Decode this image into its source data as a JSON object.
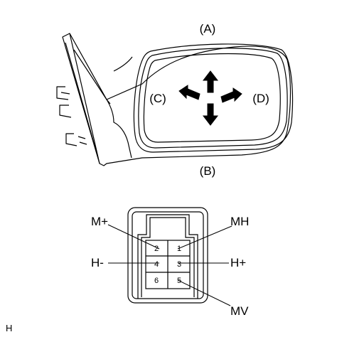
{
  "mirror": {
    "labels": {
      "a": "(A)",
      "b": "(B)",
      "c": "(C)",
      "d": "(D)"
    }
  },
  "connector": {
    "pins": [
      {
        "num": "2",
        "signal": "M+"
      },
      {
        "num": "1",
        "signal": "MH"
      },
      {
        "num": "4",
        "signal": "H-"
      },
      {
        "num": "3",
        "signal": "H+"
      },
      {
        "num": "6",
        "signal": ""
      },
      {
        "num": "5",
        "signal": "MV"
      }
    ],
    "labels": {
      "m_plus": "M+",
      "mh": "MH",
      "h_minus": "H-",
      "h_plus": "H+",
      "mv": "MV"
    }
  },
  "figure_code": "H"
}
